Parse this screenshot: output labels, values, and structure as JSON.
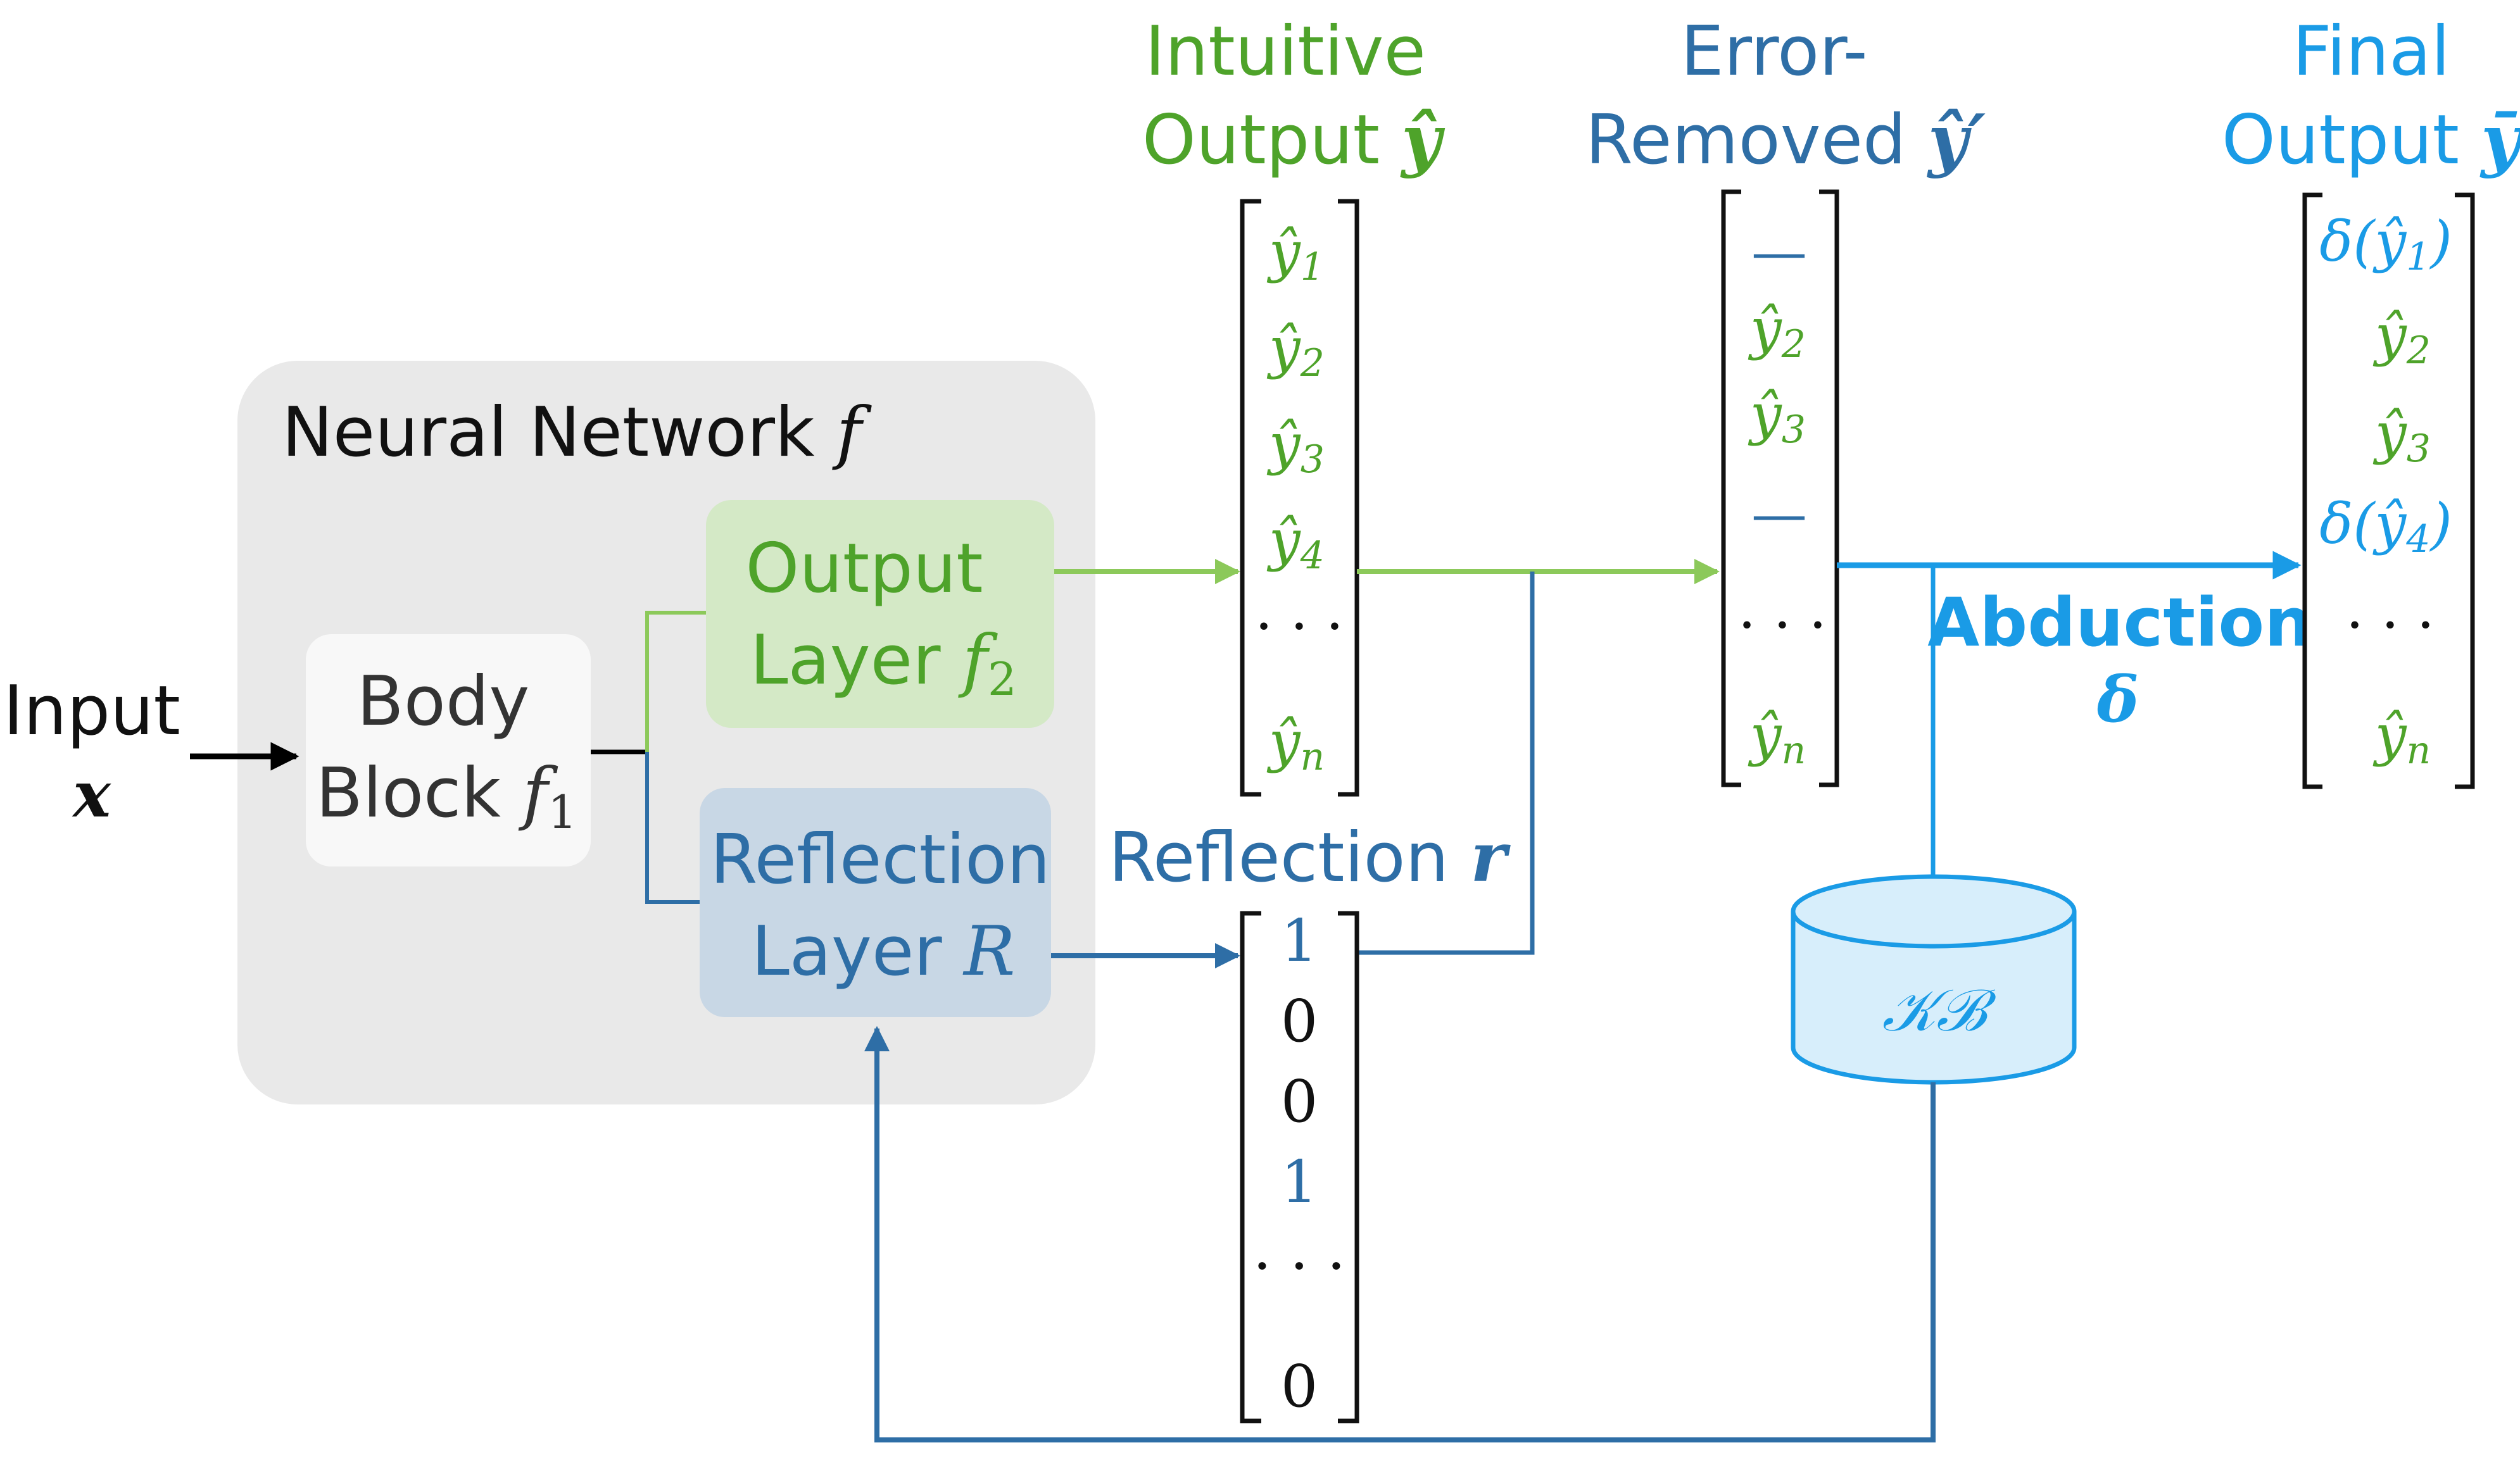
{
  "colors": {
    "green": "#4ea32a",
    "dark_blue": "#2e6ea6",
    "bright_blue": "#1a9be6",
    "line_green": "#8cc95a",
    "box_gray": "#e9e9e9",
    "box_green": "#d4e9c6",
    "box_blue": "#c8d7e5"
  },
  "network": {
    "title": "Neural Network",
    "symbol": "f"
  },
  "input": {
    "label": "Input",
    "symbol": "x"
  },
  "body_block": {
    "line1": "Body",
    "line2": "Block",
    "symbol": "f",
    "sub": "1"
  },
  "output_layer": {
    "line1": "Output",
    "line2": "Layer",
    "symbol": "f",
    "sub": "2"
  },
  "reflection_layer": {
    "line1": "Reflection",
    "line2": "Layer",
    "symbol": "R"
  },
  "intuitive": {
    "line1": "Intuitive",
    "line2": "Output",
    "symbol": "ŷ",
    "entries": [
      {
        "sym": "ŷ",
        "sub": "1"
      },
      {
        "sym": "ŷ",
        "sub": "2"
      },
      {
        "sym": "ŷ",
        "sub": "3"
      },
      {
        "sym": "ŷ",
        "sub": "4"
      },
      {
        "sym": "· · ·",
        "sub": ""
      },
      {
        "sym": "ŷ",
        "sub": "n"
      }
    ]
  },
  "reflection": {
    "label": "Reflection",
    "symbol": "r",
    "entries": [
      "1",
      "0",
      "0",
      "1",
      "· · ·",
      "0"
    ]
  },
  "error_removed": {
    "line1": "Error-",
    "line2": "Removed",
    "symbol": "ŷ′",
    "entries": [
      {
        "sym": "—",
        "sub": ""
      },
      {
        "sym": "ŷ",
        "sub": "2"
      },
      {
        "sym": "ŷ",
        "sub": "3"
      },
      {
        "sym": "—",
        "sub": ""
      },
      {
        "sym": "· · ·",
        "sub": ""
      },
      {
        "sym": "ŷ",
        "sub": "n"
      }
    ]
  },
  "final": {
    "line1": "Final",
    "line2": "Output",
    "symbol": "ȳ",
    "entries": [
      {
        "sym": "δ(ŷ",
        "sub": "1",
        "tail": ")"
      },
      {
        "sym": "ŷ",
        "sub": "2",
        "tail": ""
      },
      {
        "sym": "ŷ",
        "sub": "3",
        "tail": ""
      },
      {
        "sym": "δ(ŷ",
        "sub": "4",
        "tail": ")"
      },
      {
        "sym": "· · ·",
        "sub": "",
        "tail": ""
      },
      {
        "sym": "ŷ",
        "sub": "n",
        "tail": ""
      }
    ]
  },
  "abduction": {
    "label": "Abduction",
    "symbol": "δ"
  },
  "kb": {
    "label": "𝒦ℬ"
  }
}
